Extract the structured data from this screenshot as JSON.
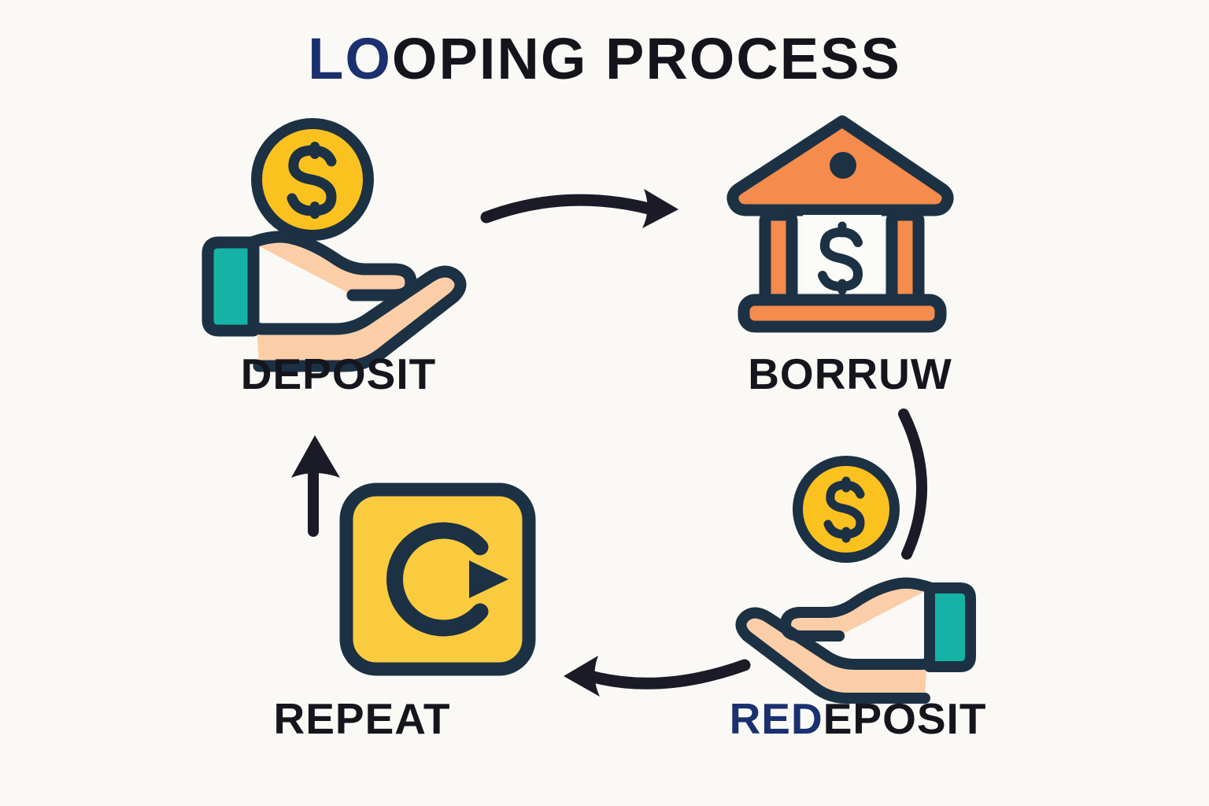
{
  "title": {
    "full_text": "LOOPING PROCESS",
    "part_navy": "LO",
    "part_ink": "OPING PROCESS",
    "color_navy": "#1a3070",
    "color_ink": "#14151c"
  },
  "background_color": "#faf9f5",
  "palette": {
    "coin_yellow": "#fbc11e",
    "repeat_yellow": "#facb3e",
    "bank_orange": "#f58b4c",
    "outline_navy": "#1c3144",
    "skin_peach": "#fccea8",
    "sleeve_teal": "#16b2a6",
    "arrow_ink": "#1b1b28",
    "panel_white": "#fbfbf8"
  },
  "steps": [
    {
      "id": "deposit",
      "label": "DEPOSIT",
      "label_navy_part": "",
      "label_ink_part": "DEPOSIT",
      "icon": "hand-holding-coin-icon",
      "position": "top-left"
    },
    {
      "id": "borrow",
      "label": "BORRUW",
      "label_navy_part": "",
      "label_ink_part": "BORRUW",
      "icon": "bank-building-icon",
      "position": "top-right"
    },
    {
      "id": "redeposit",
      "label": "REDEPOSIT",
      "label_navy_part": "RED",
      "label_ink_part": "EPOSIT",
      "icon": "hand-holding-coin-mirrored-icon",
      "position": "bottom-right"
    },
    {
      "id": "repeat",
      "label": "REPEAT",
      "label_navy_part": "",
      "label_ink_part": "REPEAT",
      "icon": "circular-refresh-icon",
      "position": "bottom-left"
    }
  ],
  "arrows": [
    {
      "id": "top",
      "name": "arrow-deposit-to-borrow",
      "direction": "right",
      "style": "curved-solid-arrowhead"
    },
    {
      "id": "right",
      "name": "arrow-borrow-to-redeposit",
      "direction": "down",
      "style": "curved-arc-no-head"
    },
    {
      "id": "bottom",
      "name": "arrow-redeposit-to-repeat",
      "direction": "left",
      "style": "curved-solid-arrowhead"
    },
    {
      "id": "left",
      "name": "arrow-repeat-to-deposit",
      "direction": "up",
      "style": "straight-solid-arrowhead"
    }
  ],
  "icon_glyphs": {
    "coin_symbol": "$",
    "bank_symbol": "$"
  }
}
